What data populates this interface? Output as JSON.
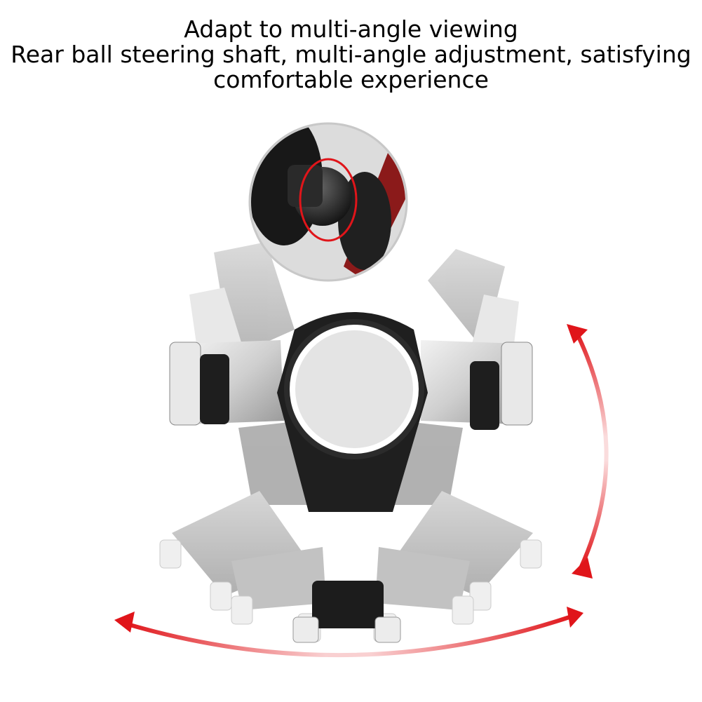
{
  "heading": {
    "line1": "Adapt to multi-angle viewing",
    "line2": "Rear ball steering shaft, multi-angle adjustment, satisfying",
    "line3": "comfortable experience"
  },
  "colors": {
    "accent_red": "#e0151a",
    "holder_black": "#1f1f1f",
    "holder_silver": "#d9d9d9",
    "ghost_gray": "#8a8a8a"
  },
  "icons": [
    "curved-arrow-vertical-icon",
    "curved-arrow-horizontal-icon",
    "zoom-circle-icon"
  ]
}
